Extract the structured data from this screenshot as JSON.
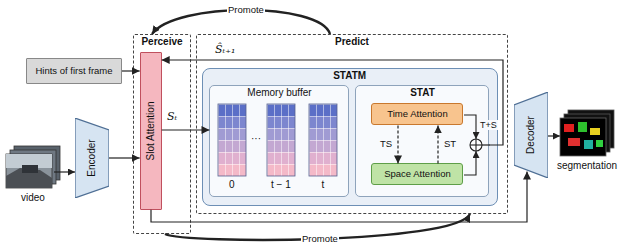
{
  "diagram": {
    "nodes": [
      {
        "text": [
          "Perceive"
        ]
      },
      {
        "text": [
          "Slot Attention"
        ],
        "in": 0
      },
      {
        "text": [
          "Predict"
        ]
      },
      {
        "text": [
          "STATM"
        ],
        "in": 2
      },
      {
        "text": [
          "Memory buffer"
        ],
        "in": 3
      },
      {
        "text": [
          "STAT"
        ],
        "in": 3
      },
      {
        "text": [
          "Time Attention"
        ],
        "in": 5
      },
      {
        "text": [
          "Space Attention"
        ],
        "in": 5
      },
      {
        "text": [
          "Hints of first frame"
        ]
      },
      {
        "text": [
          "Encoder"
        ]
      },
      {
        "text": [
          "Decoder"
        ]
      }
    ],
    "edges": [
      {
        "from": 8,
        "to": 1,
        "arrow": "to"
      },
      {
        "from": 9,
        "to": 1,
        "arrow": "to"
      },
      {
        "from": 1,
        "to": 4,
        "label": "Sₜ",
        "arrow": "to"
      },
      {
        "from": 5,
        "to": 1,
        "label": "Ŝₜ₊₁",
        "arrow": "to"
      },
      {
        "from": 6,
        "to": 7,
        "label": "TS",
        "arrow": "to"
      },
      {
        "from": 7,
        "to": 6,
        "label": "ST",
        "arrow": "to"
      },
      {
        "from": 1,
        "to": 10,
        "arrow": "to"
      },
      {
        "from": 2,
        "to": 0,
        "label": "Promote",
        "arrow": "to"
      },
      {
        "from": 0,
        "to": 2,
        "label": "Promote",
        "arrow": "to"
      }
    ],
    "labels": [
      "video",
      "segmentation",
      "0",
      "···",
      "t − 1",
      "t",
      "T+S"
    ]
  }
}
